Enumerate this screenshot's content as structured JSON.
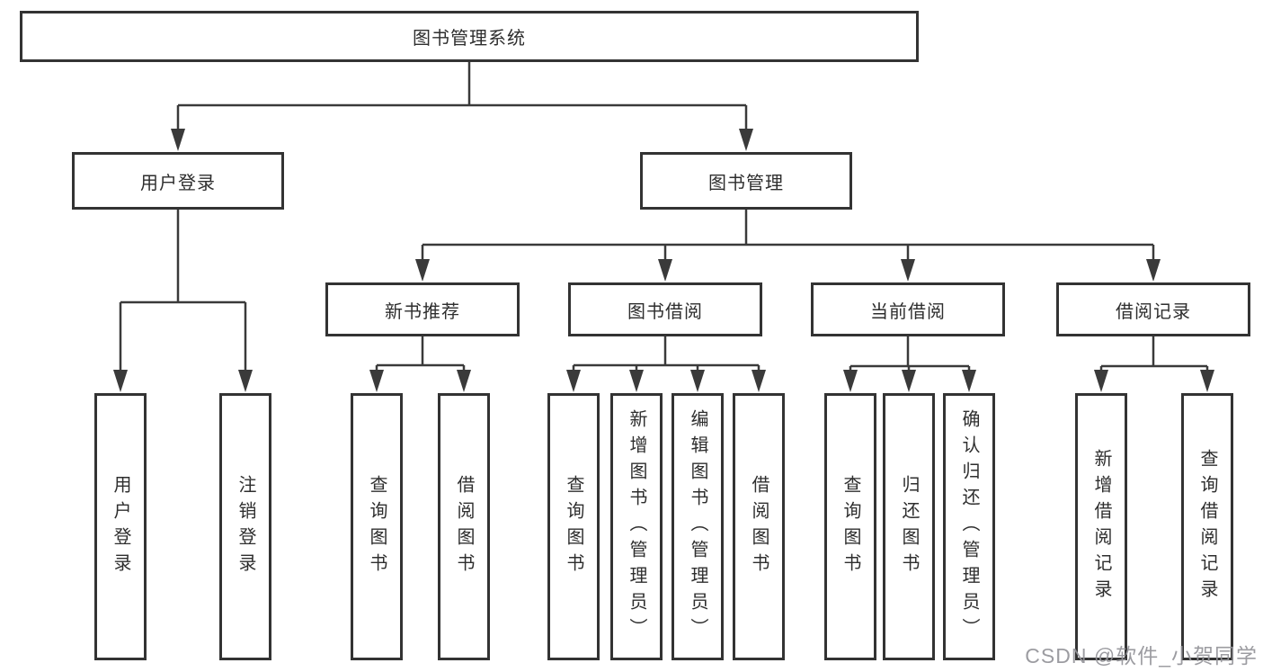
{
  "diagram": {
    "title": "图书管理系统",
    "branches": [
      {
        "label": "用户登录",
        "children": [
          "用户登录",
          "注销登录"
        ]
      },
      {
        "label": "图书管理",
        "sections": [
          {
            "label": "新书推荐",
            "children": [
              "查询图书",
              "借阅图书"
            ]
          },
          {
            "label": "图书借阅",
            "children": [
              "查询图书",
              "新增图书（管理员）",
              "编辑图书（管理员）",
              "借阅图书"
            ]
          },
          {
            "label": "当前借阅",
            "children": [
              "查询图书",
              "归还图书",
              "确认归还（管理员）"
            ]
          },
          {
            "label": "借阅记录",
            "children": [
              "新增借阅记录",
              "查询借阅记录"
            ]
          }
        ]
      }
    ]
  },
  "watermark": "CSDN @软件_小贺同学",
  "colors": {
    "line": "#3a3a3a",
    "border": "#333333",
    "text": "#2e2e2e",
    "watermark": "#949499"
  }
}
